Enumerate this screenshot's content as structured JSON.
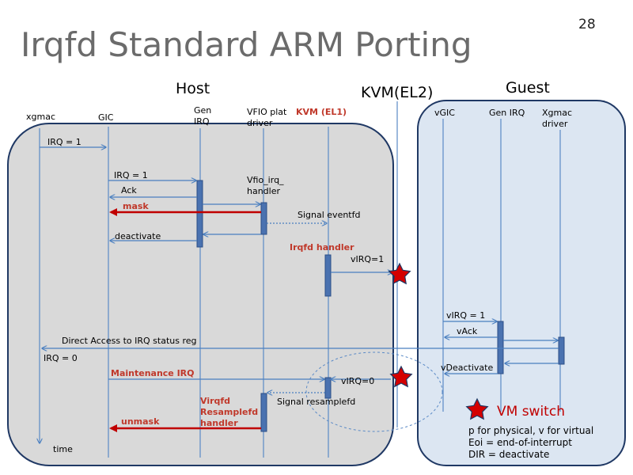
{
  "slide": {
    "title": "Irqfd Standard ARM Porting",
    "page_number": "28"
  },
  "regions": {
    "host": "Host",
    "kvm_el2": "KVM(EL2)",
    "guest": "Guest"
  },
  "lanes": {
    "xgmac": "xgmac",
    "gic": "GIC",
    "gen_irq": [
      "Gen",
      "IRQ"
    ],
    "vfio": [
      "VFIO plat",
      "driver"
    ],
    "kvm_el1": "KVM (EL1)",
    "vgic": "vGIC",
    "guest_gen_irq": "Gen IRQ",
    "guest_xgmac": [
      "Xgmac",
      "driver"
    ]
  },
  "messages": {
    "irq1_a": "IRQ = 1",
    "irq1_b": "IRQ = 1",
    "ack": "Ack",
    "mask": "mask",
    "deactivate": "deactivate",
    "vfio_irq_handler": [
      "Vfio_irq_",
      "handler"
    ],
    "signal_eventfd": "Signal eventfd",
    "irqfd_handler": "Irqfd handler",
    "virq1": "vIRQ=1",
    "guest_virq1": "vIRQ = 1",
    "vack": "vAck",
    "direct_access": "Direct Access to IRQ status reg",
    "irq0": "IRQ = 0",
    "vdeactivate": "vDeactivate",
    "maintenance_irq": "Maintenance IRQ",
    "virq0": "vIRQ=0",
    "virqfd_resamplefd_handler": [
      "Virqfd",
      "Resamplefd",
      "handler"
    ],
    "signal_resamplefd": "Signal resamplefd",
    "unmask": "unmask",
    "time": "time"
  },
  "legend": {
    "vm_switch": "VM switch",
    "notes": [
      "p for physical, v for virtual",
      "Eoi = end-of-interrupt",
      "DIR = deactivate"
    ]
  },
  "colors": {
    "title": "#6b6b6b",
    "host_fill": "#d9d9d9",
    "guest_fill": "#dce6f2",
    "box_stroke": "#1f3864",
    "lifeline": "#5b8ac6",
    "activation": "#4a72b0",
    "arrow_blue": "#4a7fc0",
    "arrow_red": "#c00000",
    "red_text": "#c0392b",
    "star": "#d40000"
  }
}
